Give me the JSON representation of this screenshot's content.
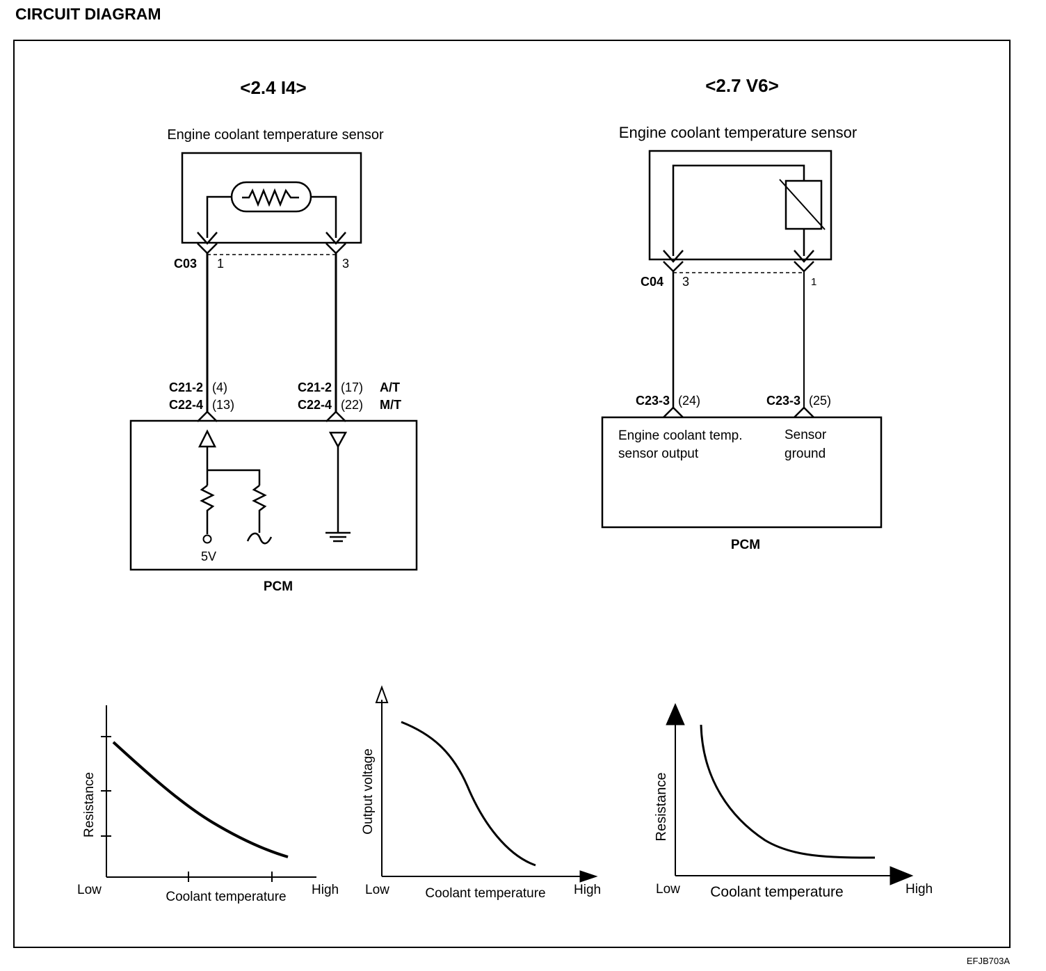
{
  "page": {
    "title": "CIRCUIT DIAGRAM",
    "code": "EFJB703A"
  },
  "left": {
    "heading": "<2.4 I4>",
    "sensor_label": "Engine coolant temperature sensor",
    "connector": "C03",
    "pin_left": "1",
    "pin_right": "3",
    "pcm_pins": {
      "left_top": "C21-2",
      "left_top_num": "(4)",
      "left_bot": "C22-4",
      "left_bot_num": "(13)",
      "right_top": "C21-2",
      "right_top_num": "(17)",
      "right_bot": "C22-4",
      "right_bot_num": "(22)",
      "at": "A/T",
      "mt": "M/T"
    },
    "supply": "5V",
    "pcm_label": "PCM"
  },
  "right": {
    "heading": "<2.7 V6>",
    "sensor_label": "Engine coolant temperature sensor",
    "connector": "C04",
    "pin_left": "3",
    "pin_right": "1",
    "pcm_pins": {
      "left": "C23-3",
      "left_num": "(24)",
      "right": "C23-3",
      "right_num": "(25)"
    },
    "pcm_text": {
      "output_1": "Engine coolant temp.",
      "output_2": "sensor output",
      "ground_1": "Sensor",
      "ground_2": "ground"
    },
    "pcm_label": "PCM"
  },
  "graphs": [
    {
      "ylabel": "Resistance",
      "xlabel": "Coolant temperature",
      "low": "Low",
      "high": "High"
    },
    {
      "ylabel": "Output voltage",
      "xlabel": "Coolant temperature",
      "low": "Low",
      "high": "High"
    },
    {
      "ylabel": "Resistance",
      "xlabel": "Coolant temperature",
      "low": "Low",
      "high": "High"
    }
  ]
}
